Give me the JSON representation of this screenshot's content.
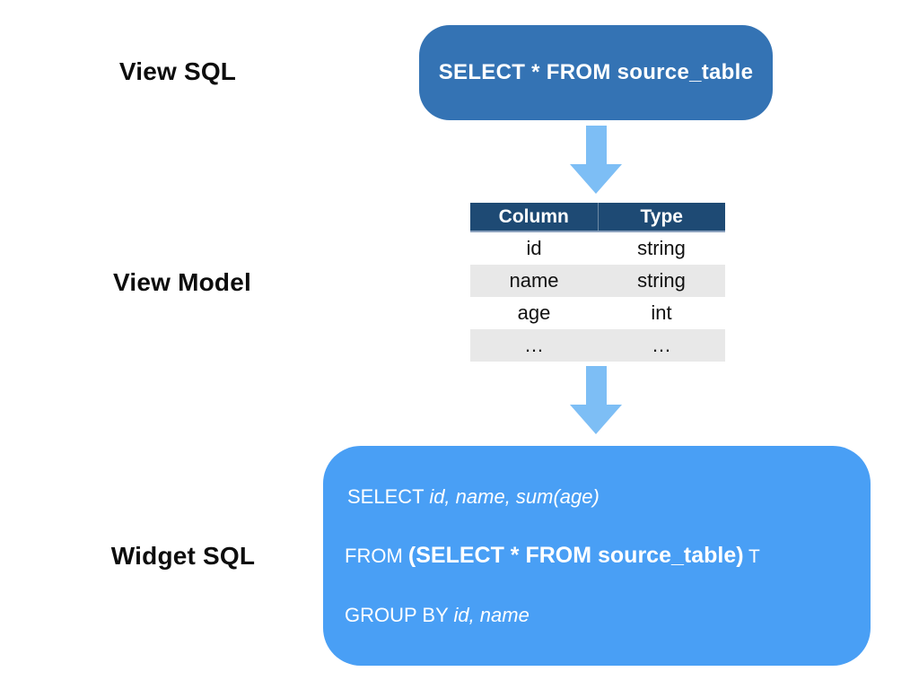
{
  "sections": {
    "view_sql": {
      "label": "View SQL",
      "box_text": "SELECT * FROM source_table"
    },
    "view_model": {
      "label": "View Model",
      "table": {
        "headers": [
          "Column",
          "Type"
        ],
        "rows": [
          [
            "id",
            "string"
          ],
          [
            "name",
            "string"
          ],
          [
            "age",
            "int"
          ],
          [
            "…",
            "…"
          ]
        ]
      }
    },
    "widget_sql": {
      "label": "Widget SQL",
      "line1": {
        "keyword": "SELECT ",
        "italic": "id, name, sum(age)"
      },
      "line2": {
        "keyword": "FROM ",
        "bold": "(SELECT * FROM source_table)",
        "suffix": " T"
      },
      "line3": {
        "keyword": "GROUP BY ",
        "italic": "id, name"
      }
    }
  },
  "icons": {
    "arrow1": "down-arrow",
    "arrow2": "down-arrow"
  },
  "colors": {
    "view_sql_box": "#3473b4",
    "table_header": "#1e4a74",
    "table_row_alt": "#e8e8e8",
    "arrow": "#7dbef5",
    "widget_sql_box": "#499ff5",
    "label_text": "#0d0d0d",
    "box_text": "#ffffff"
  }
}
